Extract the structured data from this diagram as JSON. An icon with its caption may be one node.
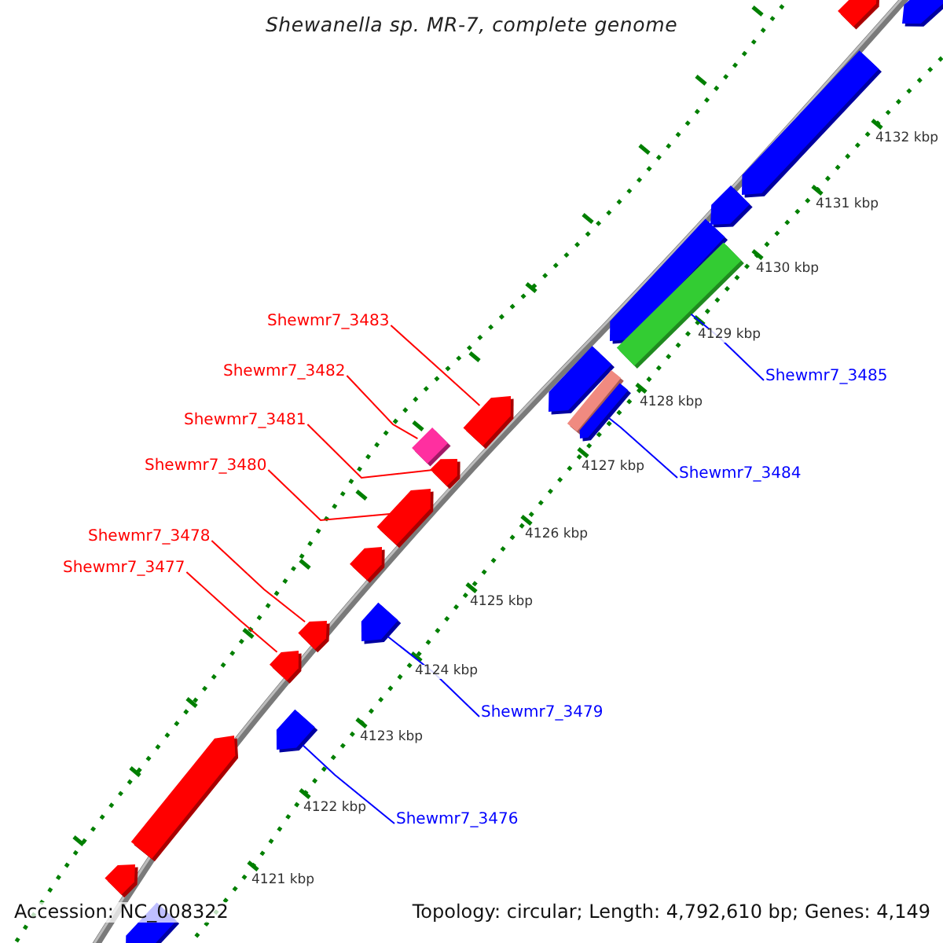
{
  "diagram": {
    "title": "Shewanella sp. MR-7, complete genome",
    "nodes": [
      {
        "text": [
          "Shewmr7_3483"
        ]
      },
      {
        "text": [
          "Shewmr7_3482"
        ]
      },
      {
        "text": [
          "Shewmr7_3481"
        ]
      },
      {
        "text": [
          "Shewmr7_3480"
        ]
      },
      {
        "text": [
          "Shewmr7_3478"
        ]
      },
      {
        "text": [
          "Shewmr7_3477"
        ]
      },
      {
        "text": [
          "Shewmr7_3485"
        ]
      },
      {
        "text": [
          "Shewmr7_3484"
        ]
      },
      {
        "text": [
          "Shewmr7_3479"
        ]
      },
      {
        "text": [
          "Shewmr7_3476"
        ]
      },
      {
        "text": [],
        "shape": "arrow"
      },
      {
        "text": [],
        "shape": "arrow"
      },
      {
        "text": [],
        "shape": "arrow"
      },
      {
        "text": [],
        "shape": "arrow"
      },
      {
        "text": [],
        "shape": "arrow"
      },
      {
        "text": [],
        "shape": "bar"
      },
      {
        "text": [],
        "shape": "arrow"
      },
      {
        "text": [],
        "shape": "bar"
      },
      {
        "text": [],
        "shape": "arrow"
      },
      {
        "text": [],
        "shape": "arrow"
      },
      {
        "text": [],
        "shape": "box"
      },
      {
        "text": [],
        "shape": "arrow"
      },
      {
        "text": [],
        "shape": "arrow"
      },
      {
        "text": [],
        "shape": "arrow"
      },
      {
        "text": [],
        "shape": "arrow"
      },
      {
        "text": [],
        "shape": "arrow"
      },
      {
        "text": [],
        "shape": "arrow"
      },
      {
        "text": [],
        "shape": "arrow"
      },
      {
        "text": [],
        "shape": "arrow"
      },
      {
        "text": [],
        "shape": "arrow"
      },
      {
        "text": [],
        "shape": "arrow"
      }
    ],
    "edges": [
      {
        "from": 0,
        "to": 19,
        "arrow": "none"
      },
      {
        "from": 1,
        "to": 20,
        "arrow": "none"
      },
      {
        "from": 2,
        "to": 21,
        "arrow": "none"
      },
      {
        "from": 3,
        "to": 22,
        "arrow": "none"
      },
      {
        "from": 4,
        "to": 25,
        "arrow": "none"
      },
      {
        "from": 5,
        "to": 26,
        "arrow": "none"
      },
      {
        "from": 6,
        "to": 15,
        "arrow": "none",
        "color": "#0000ff"
      },
      {
        "from": 7,
        "to": 18,
        "arrow": "none",
        "color": "#0000ff"
      },
      {
        "from": 8,
        "to": 24,
        "arrow": "none",
        "color": "#0000ff"
      },
      {
        "from": 9,
        "to": 27,
        "arrow": "none",
        "color": "#0000ff"
      }
    ],
    "labels": [
      "4132 kbp",
      "4131 kbp",
      "4130 kbp",
      "4129 kbp",
      "4128 kbp",
      "4127 kbp",
      "4126 kbp",
      "4125 kbp",
      "4124 kbp",
      "4123 kbp",
      "4122 kbp",
      "4121 kbp",
      "Accession: NC_008322",
      "Topology: circular; Length: 4,792,610 bp; Genes: 4,149"
    ]
  }
}
